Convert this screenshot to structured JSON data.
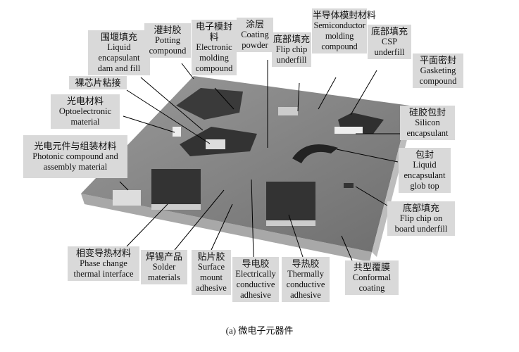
{
  "labels": [
    {
      "cn": "围堰填充",
      "en": "Liquid encapsulant dam and fill"
    },
    {
      "cn": "灌封胶",
      "en": "Potting compound"
    },
    {
      "cn": "电子模封料",
      "en": "Electronic molding compound"
    },
    {
      "cn": "涂层",
      "en": "Coating powder"
    },
    {
      "cn": "底部填充",
      "en": "Flip chip underfill"
    },
    {
      "cn": "半导体模封材料",
      "en": "Semiconductor molding compound"
    },
    {
      "cn": "底部填充",
      "en": "CSP underfill"
    },
    {
      "cn": "平面密封",
      "en": "Gasketing compound"
    },
    {
      "cn": "裸芯片粘接",
      "en": ""
    },
    {
      "cn": "光电材料",
      "en": "Optoelectronic material"
    },
    {
      "cn": "硅胶包封",
      "en": "Silicon encapsulant"
    },
    {
      "cn": "光电元件与组装材料",
      "en": "Photonic compound and assembly material"
    },
    {
      "cn": "包封",
      "en": "Liquid encapsulant glob top"
    },
    {
      "cn": "底部填充",
      "en": "Flip chip on board underfill"
    },
    {
      "cn": "相变导热材料",
      "en": "Phase change thermal interface"
    },
    {
      "cn": "焊锡产品",
      "en": "Solder materials"
    },
    {
      "cn": "贴片胶",
      "en": "Surface mount adhesive"
    },
    {
      "cn": "导电胶",
      "en": "Electrically conductive adhesive"
    },
    {
      "cn": "导热胶",
      "en": "Thermally conductive adhesive"
    },
    {
      "cn": "共型覆膜",
      "en": "Conformal coating"
    }
  ],
  "caption": "(a) 微电子元器件"
}
